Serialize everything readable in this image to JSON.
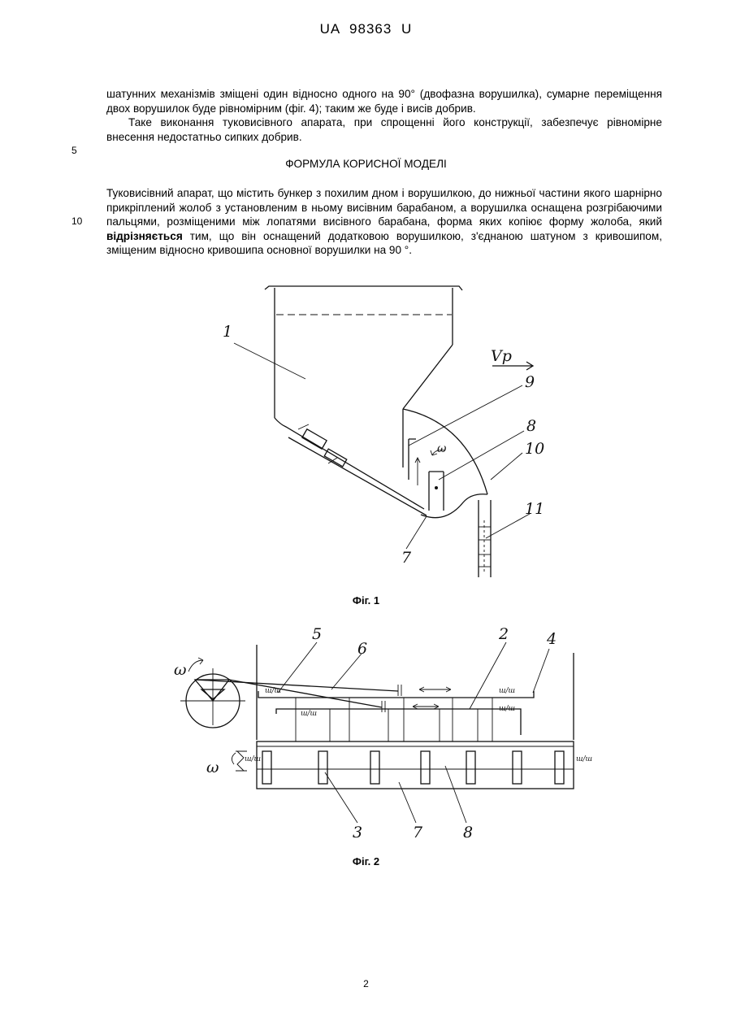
{
  "header": {
    "patent_number": "UA   98363   U"
  },
  "paragraphs": {
    "p1": "шатунних механізмів зміщені один відносно одного на 90° (двофазна ворушилка), сумарне переміщення двох ворушилок буде рівномірним (фіг. 4); таким же буде і висів добрив.",
    "p2": "Таке виконання туковисівного апарата, при спрощенні його конструкції, забезпечує рівномірне внесення недостатньо сипких добрив.",
    "claims_heading": "ФОРМУЛА КОРИСНОЇ МОДЕЛІ",
    "p3_before": "Туковисівний апарат, що містить бункер з похилим дном і ворушилкою, до нижньої частини якого шарнірно прикріплений жолоб з установленим в ньому висівним барабаном, а ворушилка оснащена розгрібаючими пальцями, розміщеними між лопатями висівного барабана, форма яких копіює форму жолоба, який ",
    "p3_bold": "відрізняється",
    "p3_after": " тим, що він оснащений додатковою ворушилкою, з'єднаною шатуном з кривошипом, зміщеним відносно кривошипа основної ворушилки на 90 °."
  },
  "line_numbers": {
    "n5": "5",
    "n10": "10"
  },
  "figure1": {
    "caption": "Фіг. 1",
    "labels": {
      "l1": "1",
      "l7": "7",
      "l8": "8",
      "l9": "9",
      "l10": "10",
      "l11": "11",
      "velocity": "Vp",
      "omega": "ω"
    }
  },
  "figure2": {
    "caption": "Фіг. 2",
    "labels": {
      "l2": "2",
      "l3": "3",
      "l4": "4",
      "l5": "5",
      "l6": "6",
      "l7": "7",
      "l8": "8",
      "omega_left": "ω",
      "omega_top": "ω"
    },
    "ground_marks": {
      "m1": "ш/ш",
      "m2": "ш/ш",
      "m3": "ш/ш",
      "m4": "ш/ш",
      "m5": "ш/ш",
      "m6": "ш/ш"
    }
  },
  "footer": {
    "page_number": "2"
  }
}
